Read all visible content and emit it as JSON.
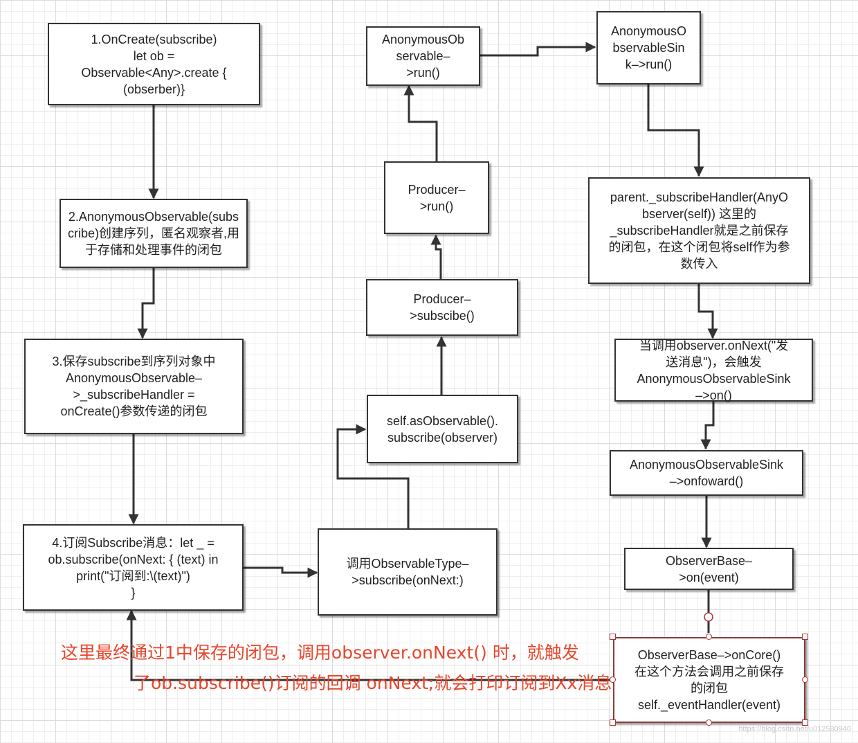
{
  "nodes": {
    "n1": "1.OnCreate(subscribe)\nlet ob =\nObservable<Any>.create {\n(obserber)}",
    "n2": "2.AnonymousObservable(subscribe)创建序列，匿名观察者,用于存储和处理事件的闭包",
    "n3": "3.保存subscribe到序列对象中\nAnonymousObservable–\n>_subscribeHandler =\nonCreate()参数传递的闭包",
    "n4": "4.订阅Subscribe消息：let _ =\nob.subscribe(onNext: { (text) in\nprint(\"订阅到:\\(text)\")\n}",
    "n5": "调用ObservableType–\n>subscribe(onNext:)",
    "n6": "self.asObservable().\nsubscribe(observer)",
    "n7": "Producer–\n>subscibe()",
    "n8": "Producer–\n>run()",
    "n9": "AnonymousOb\nservable–\n>run()",
    "n10": "AnonymousO\nbservableSin\nk–>run()",
    "n11": "parent._subscribeHandler(AnyO\nbserver(self)) 这里的\n_subscribeHandler就是之前保存\n的闭包，在这个闭包将self作为参\n数传入",
    "n12": "当调用observer.onNext(\"发\n送消息\")，会触发\nAnonymousObservableSink\n–>on()",
    "n13": "AnonymousObservableSink\n–>onfoward()",
    "n14": "ObserverBase–\n>on(event)",
    "n15": "ObserverBase–>onCore()\n在这个方法会调用之前保存\n的闭包\nself._eventHandler(event)"
  },
  "note": {
    "line1": "这里最终通过1中保存的闭包，调用observer.onNext() 时，就触发",
    "line2": "了ob.subscribe()订阅的回调 onNext;就会打印订阅到Xx消息"
  },
  "watermark": "https://blog.csdn.net/u012580940",
  "colors": {
    "note": "#e8462c",
    "line": "#333333",
    "handle": "#b03030"
  }
}
